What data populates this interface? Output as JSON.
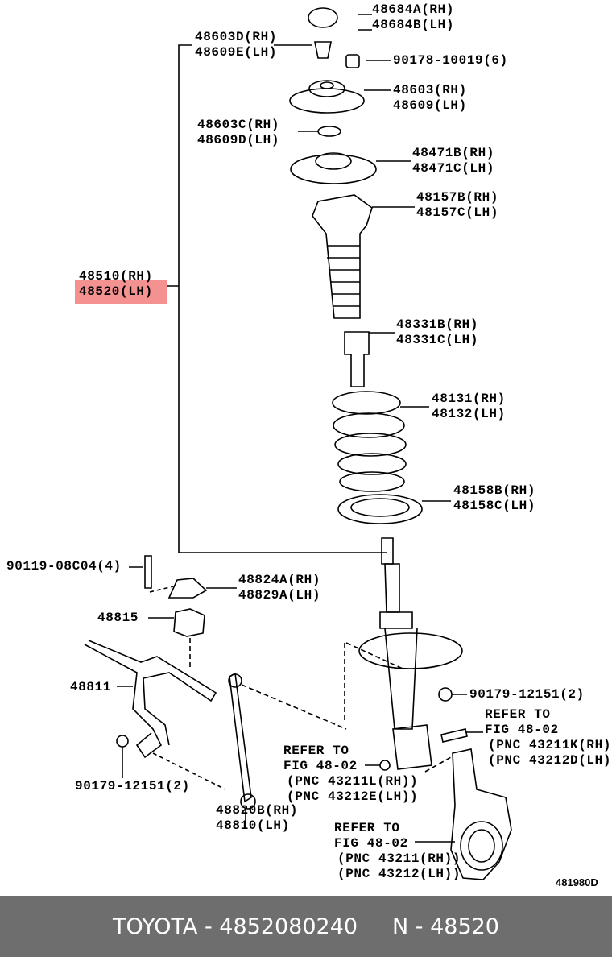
{
  "labels": {
    "p48684": [
      "48684A(RH)",
      "48684B(LH)"
    ],
    "p48603d": [
      "48603D(RH)",
      "48609E(LH)"
    ],
    "p90178": "90178-10019(6)",
    "p48603": [
      "48603(RH)",
      "48609(LH)"
    ],
    "p48603c": [
      "48603C(RH)",
      "48609D(LH)"
    ],
    "p48471": [
      "48471B(RH)",
      "48471C(LH)"
    ],
    "p48157": [
      "48157B(RH)",
      "48157C(LH)"
    ],
    "p48510": [
      "48510(RH)",
      "48520(LH)"
    ],
    "p48331": [
      "48331B(RH)",
      "48331C(LH)"
    ],
    "p48131": [
      "48131(RH)",
      "48132(LH)"
    ],
    "p48158": [
      "48158B(RH)",
      "48158C(LH)"
    ],
    "p90119": "90119-08C04(4)",
    "p48824": [
      "48824A(RH)",
      "48829A(LH)"
    ],
    "p48815": "48815",
    "p48811": "48811",
    "p90179a": "90179-12151(2)",
    "p90179b": "90179-12151(2)",
    "refer1": [
      "REFER TO",
      "FIG 48-02",
      "(PNC 43211K(RH)",
      "(PNC 43212D(LH)"
    ],
    "refer2": [
      "REFER TO",
      "FIG 48-02",
      "(PNC 43211L(RH))",
      "(PNC 43212E(LH))"
    ],
    "p48820": [
      "48820B(RH)",
      "48810(LH)"
    ],
    "refer3": [
      "REFER TO",
      "FIG 48-02",
      "(PNC 43211(RH))",
      "(PNC 43212(LH))"
    ],
    "diagram_code": "481980D"
  },
  "highlight_color": "#f06e6e",
  "footer": {
    "text": "TOYOTA - 4852080240     N - 48520",
    "background": "#6e6e6e"
  }
}
